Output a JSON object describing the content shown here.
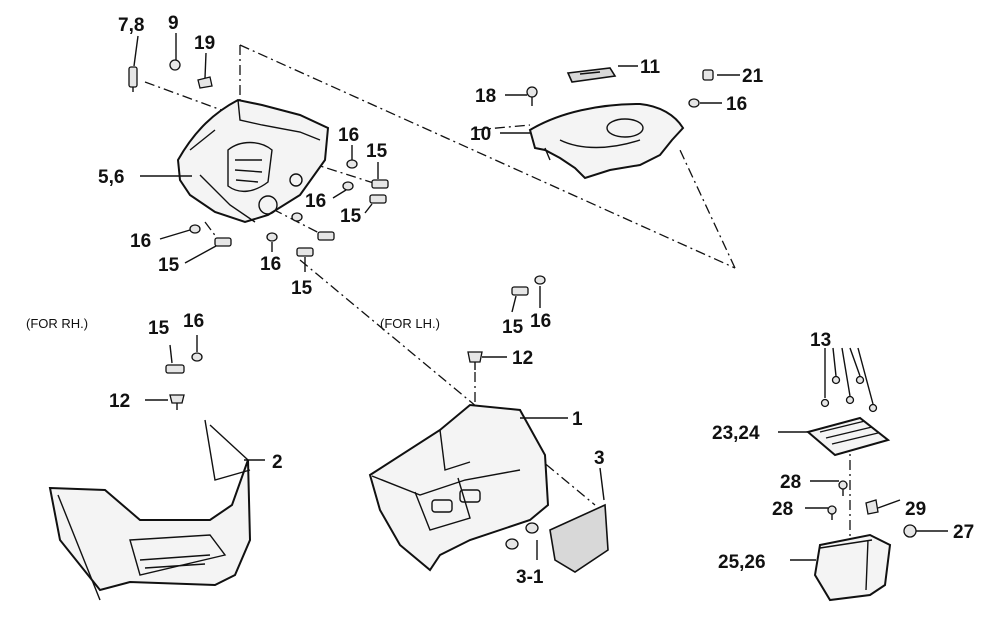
{
  "labels": {
    "l_78": "7,8",
    "l_9": "9",
    "l_19": "19",
    "l_56": "5,6",
    "l_16a": "16",
    "l_15a": "15",
    "l_16b": "16",
    "l_15b": "15",
    "l_16c": "16",
    "l_15c": "15",
    "l_16d": "16",
    "l_15d": "15",
    "l_11": "11",
    "l_21": "21",
    "l_18": "18",
    "l_16e": "16",
    "l_10": "10",
    "l_15e": "15",
    "l_16f": "16",
    "l_12a": "12",
    "l_1": "1",
    "l_3": "3",
    "l_31": "3-1",
    "l_15f": "15",
    "l_16g": "16",
    "l_12b": "12",
    "l_2": "2",
    "l_13": "13",
    "l_2324": "23,24",
    "l_28a": "28",
    "l_28b": "28",
    "l_29": "29",
    "l_27": "27",
    "l_2526": "25,26"
  },
  "notes": {
    "for_rh": "(FOR RH.)",
    "for_lh": "(FOR LH.)"
  }
}
